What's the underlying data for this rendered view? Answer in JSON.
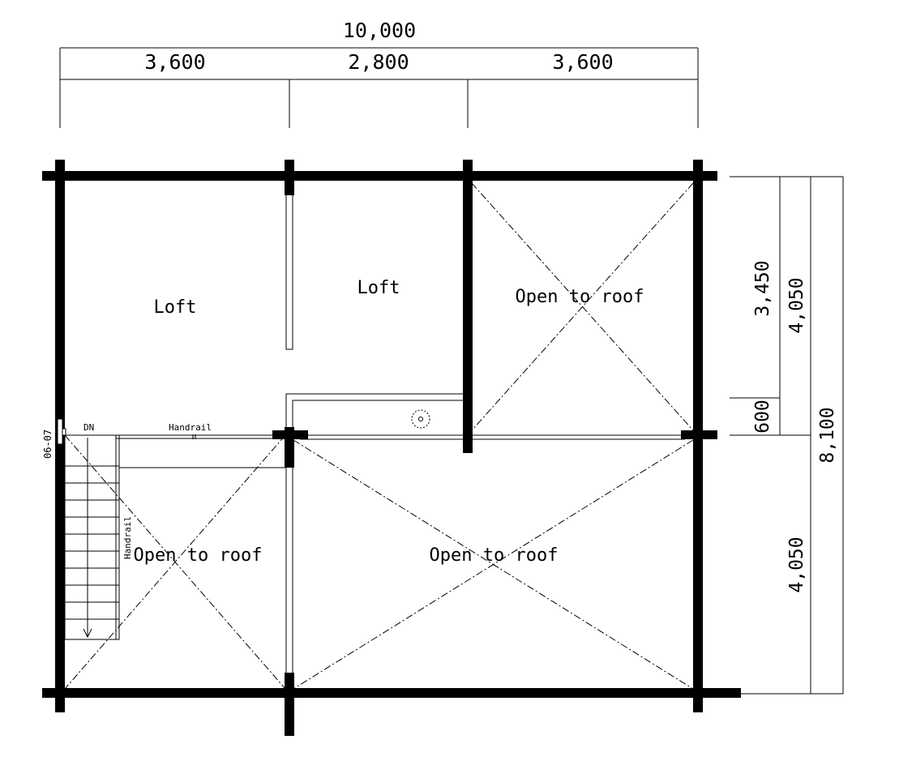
{
  "dimensions": {
    "top_total": "10,000",
    "top_segments": [
      "3,600",
      "2,800",
      "3,600"
    ],
    "right_inner_upper": "3,450",
    "right_inner_lower": "600",
    "right_mid_upper": "4,050",
    "right_mid_lower": "4,050",
    "right_total": "8,100"
  },
  "rooms": {
    "loft_left": "Loft",
    "loft_center": "Loft",
    "open_upper_right": "Open to roof",
    "open_lower_left": "Open to roof",
    "open_lower_center": "Open to roof"
  },
  "labels": {
    "stair_down": "DN",
    "handrail_horizontal": "Handrail",
    "handrail_vertical": "Handrail",
    "window_code": "06-07"
  }
}
